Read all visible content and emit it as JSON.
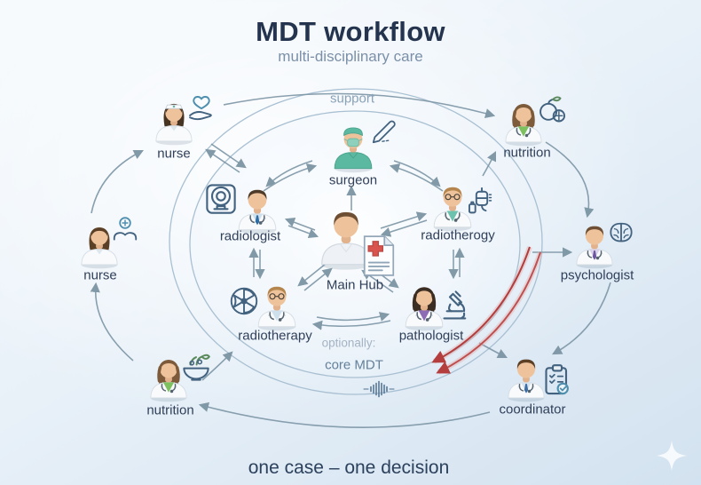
{
  "header": {
    "title": "MDT workflow",
    "subtitle": "multi-disciplinary care"
  },
  "rings": {
    "outer_label": "support",
    "optionally_label": "optionally:",
    "core_label": "core MDT"
  },
  "footer": {
    "tagline": "one case – one decision"
  },
  "colors": {
    "background_top": "#f6fafd",
    "background_bottom": "#d3e2f0",
    "title": "#24344e",
    "subtitle": "#7b90a8",
    "ring_stroke": "#a9c0d2",
    "arrow": "#7d96a6",
    "highlight_arrow": "#b43d3d",
    "label": "#30405a",
    "surgeon_scrubs": "#5cb9a1",
    "nutrition_green": "#7cc15e",
    "pathologist_purple": "#8e6bb5",
    "document_cross_red": "#d9534f"
  },
  "nodes": [
    {
      "id": "surgeon",
      "label": "surgeon",
      "group": "core",
      "avatar": "surgeon",
      "icon": "scalpel-icon",
      "accent": "#5cb9a1"
    },
    {
      "id": "radiologist",
      "label": "radiologist",
      "group": "core",
      "avatar": "doctor-male",
      "icon": "ct-scanner-icon",
      "accent": "#cfe0ed",
      "tie": "#2e6da4"
    },
    {
      "id": "radiotherogy",
      "label": "radiotherogy",
      "group": "core",
      "avatar": "doctor-male-glasses",
      "icon": "iv-drip-icon",
      "accent": "#6cc2ad"
    },
    {
      "id": "radiotherapy",
      "label": "radiotherapy",
      "group": "core",
      "avatar": "doctor-male-glasses",
      "icon": "radiation-icon",
      "accent": "#cfe0ed",
      "tie": "#3a5f85"
    },
    {
      "id": "pathologist",
      "label": "pathologist",
      "group": "core",
      "avatar": "doctor-female",
      "icon": "microscope-icon",
      "accent": "#8e6bb5"
    },
    {
      "id": "main-hub",
      "label": "Main Hub",
      "group": "hub",
      "avatar": "patient",
      "icon": "medical-document-icon",
      "accent": "#eef1f5"
    },
    {
      "id": "nurse-top-left",
      "label": "nurse",
      "group": "support",
      "avatar": "nurse",
      "icon": "heart-care-icon",
      "accent": "#f4f7f9"
    },
    {
      "id": "nutrition-top-right",
      "label": "nutrition",
      "group": "support",
      "avatar": "doctor-female",
      "icon": "apple-icon",
      "accent": "#7cc15e"
    },
    {
      "id": "psychologist",
      "label": "psychologist",
      "group": "support",
      "avatar": "doctor-male",
      "icon": "brain-icon",
      "accent": "#d9d2ea",
      "tie": "#6d55a0"
    },
    {
      "id": "coordinator",
      "label": "coordinator",
      "group": "support",
      "avatar": "doctor-male",
      "icon": "clipboard-check-icon",
      "accent": "#d7e3ee",
      "tie": "#3b6ea5"
    },
    {
      "id": "nutrition-bottom-left",
      "label": "nutrition",
      "group": "support",
      "avatar": "doctor-female",
      "icon": "salad-bowl-icon",
      "accent": "#7cc15e"
    },
    {
      "id": "nurse-left",
      "label": "nurse",
      "group": "support",
      "avatar": "nurse-plain",
      "icon": "care-hands-icon",
      "accent": "#f4f7f9"
    }
  ]
}
